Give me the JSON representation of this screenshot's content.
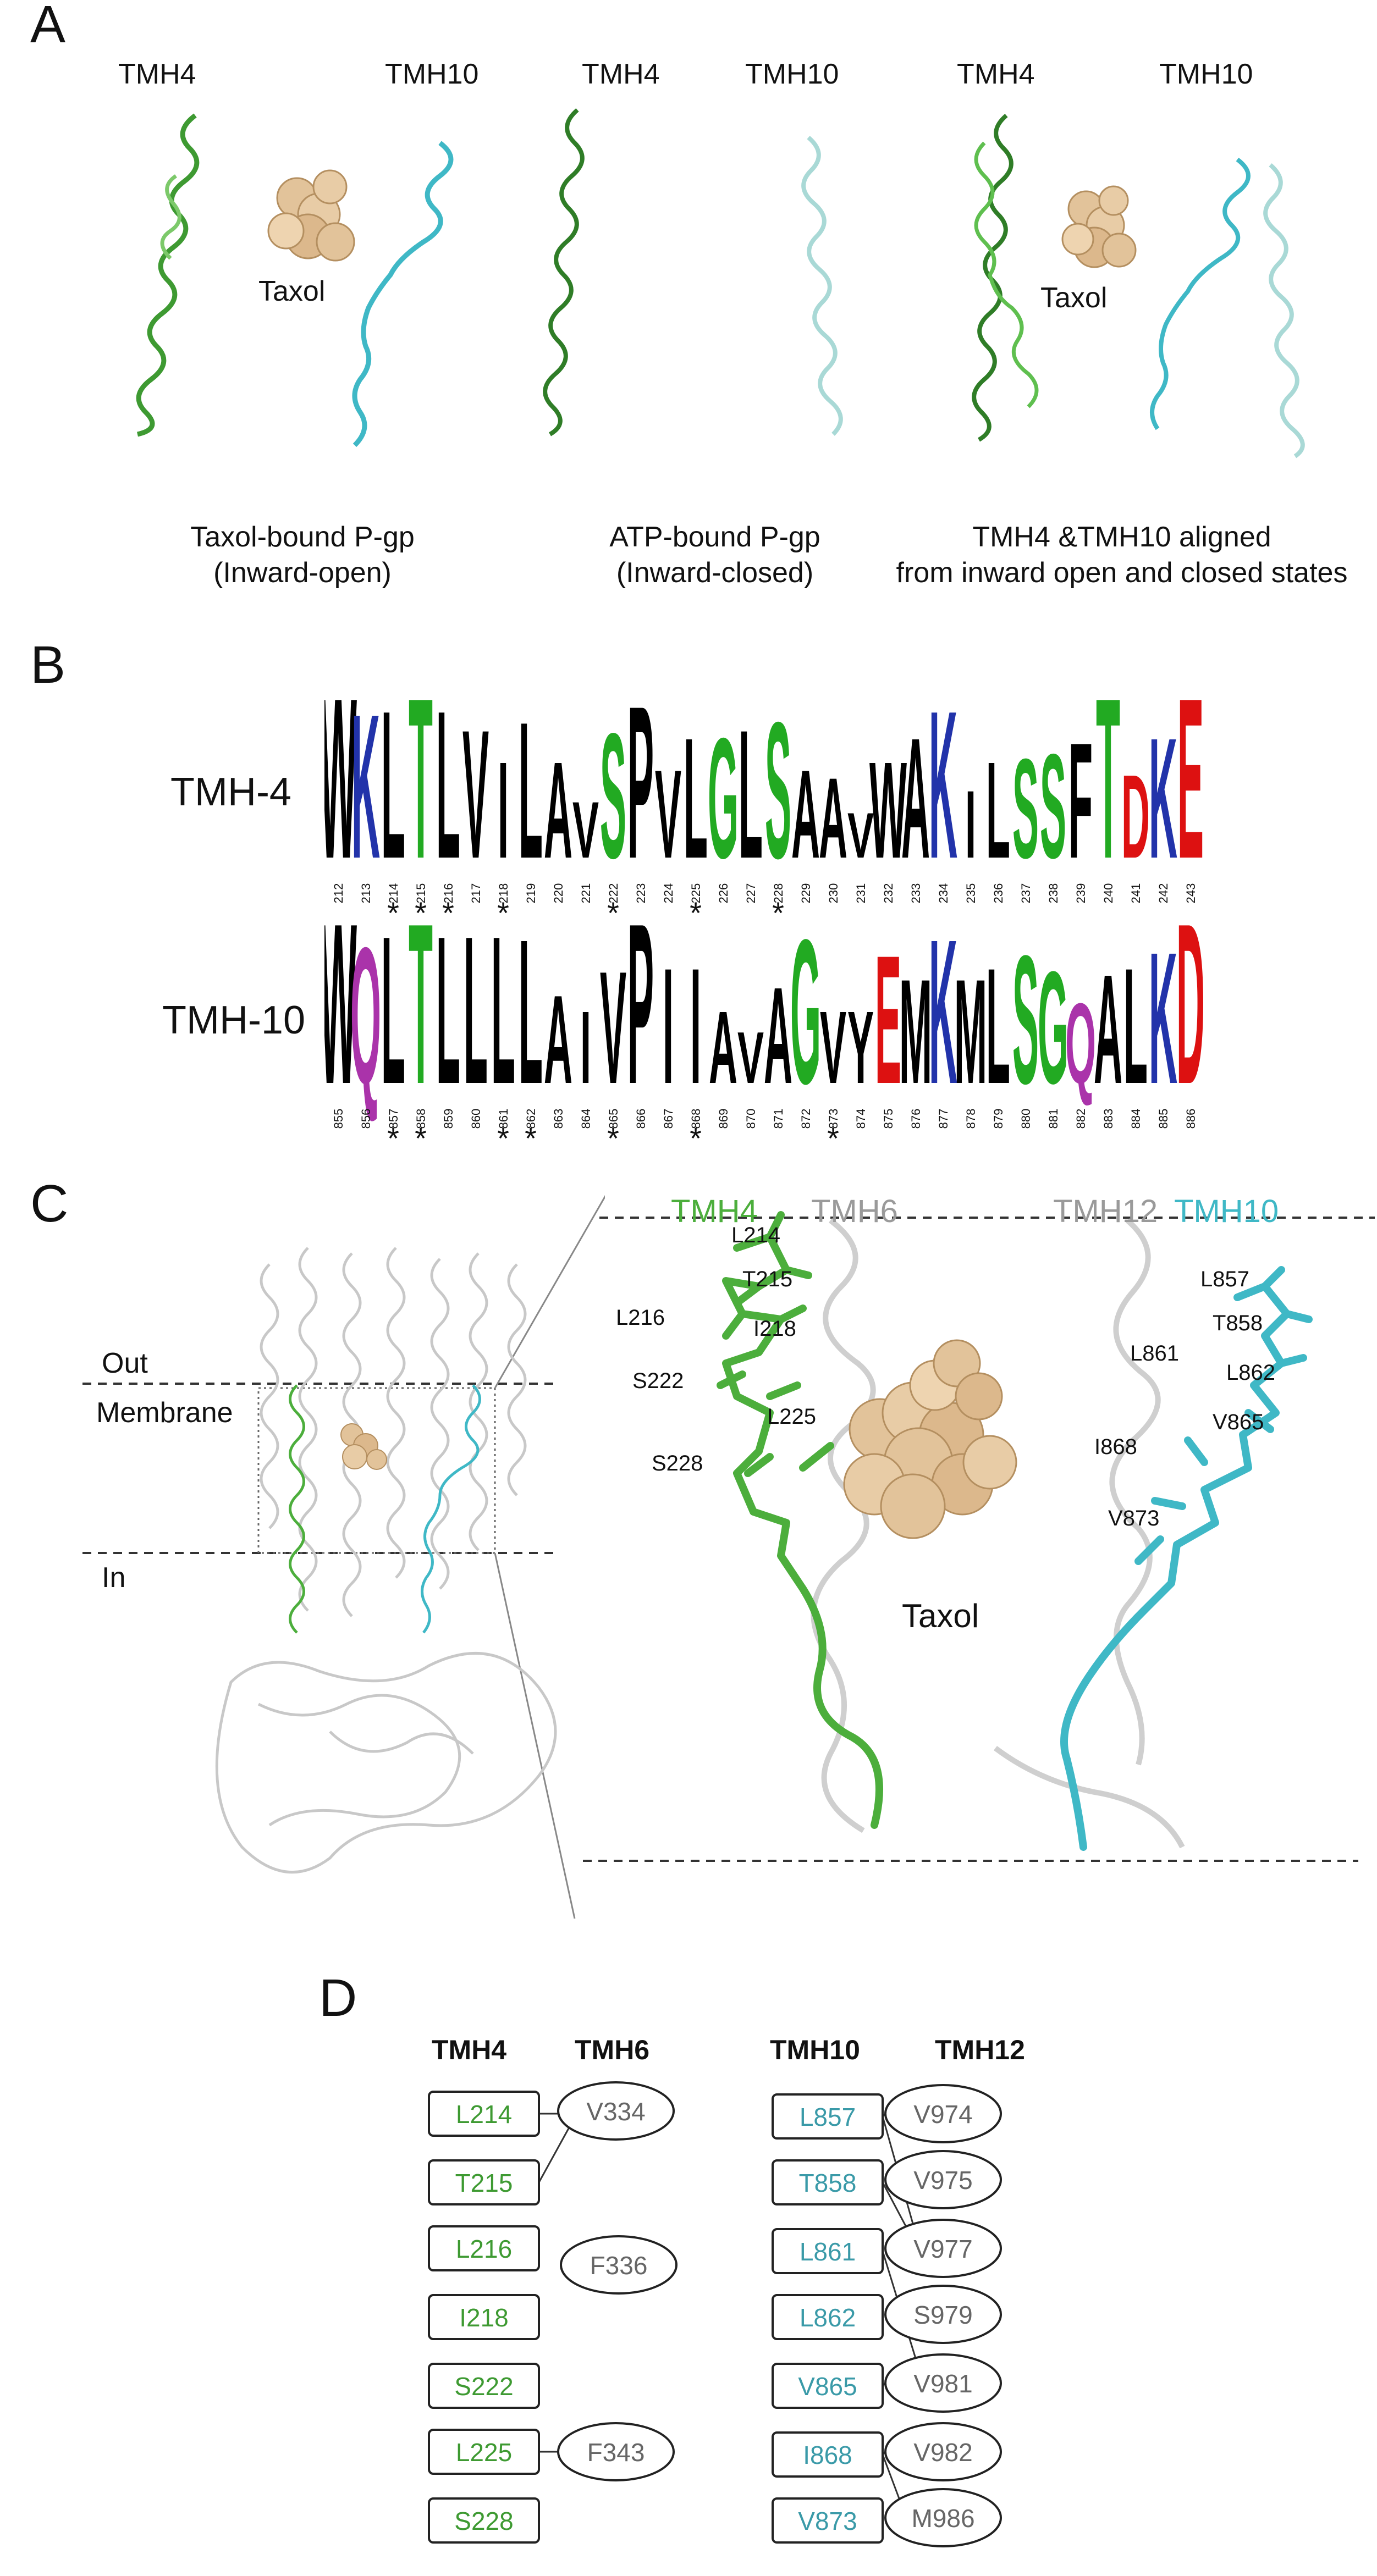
{
  "panel_a": {
    "letter": "A",
    "sub1": {
      "tmh_left": "TMH4",
      "tmh_right": "TMH10",
      "ligand": "Taxol",
      "caption_line1": "Taxol-bound P-gp",
      "caption_line2": "(Inward-open)"
    },
    "sub2": {
      "tmh_left": "TMH4",
      "tmh_right": "TMH10",
      "caption_line1": "ATP-bound P-gp",
      "caption_line2": "(Inward-closed)"
    },
    "sub3": {
      "tmh_left": "TMH4",
      "tmh_right": "TMH10",
      "ligand": "Taxol",
      "caption_line1": "TMH4 &TMH10 aligned",
      "caption_line2": "from inward open and closed states"
    },
    "colors": {
      "tmh4": "#4cae3c",
      "tmh4_dark": "#2f7d27",
      "tmh10": "#3fb8c6",
      "tmh10_light": "#a9d9d6",
      "taxol": "#e2c39a"
    }
  },
  "panel_b": {
    "letter": "B",
    "rows": [
      {
        "label": "TMH-4",
        "letters": [
          "W",
          "K",
          "L",
          "T",
          "L",
          "V",
          "I",
          "L",
          "A",
          "V",
          "S",
          "P",
          "V",
          "L",
          "G",
          "L",
          "S",
          "A",
          "A",
          "V",
          "W",
          "A",
          "K",
          "I",
          "L",
          "S",
          "S",
          "F",
          "T",
          "D",
          "K",
          "E"
        ],
        "letter_colors": [
          "#000",
          "#2233aa",
          "#000",
          "#22aa22",
          "#000",
          "#000",
          "#000",
          "#000",
          "#000",
          "#000",
          "#22aa22",
          "#000",
          "#000",
          "#000",
          "#22aa22",
          "#000",
          "#22aa22",
          "#000",
          "#000",
          "#000",
          "#000",
          "#000",
          "#2233aa",
          "#000",
          "#000",
          "#22aa22",
          "#22aa22",
          "#000",
          "#22aa22",
          "#dd1111",
          "#2233aa",
          "#dd1111"
        ],
        "heights": [
          1.0,
          0.9,
          0.92,
          1.0,
          0.92,
          0.8,
          0.6,
          0.85,
          0.6,
          0.35,
          0.78,
          0.95,
          0.55,
          0.75,
          0.75,
          0.8,
          0.85,
          0.55,
          0.5,
          0.28,
          0.6,
          0.75,
          0.92,
          0.42,
          0.6,
          0.62,
          0.65,
          0.72,
          1.0,
          0.52,
          0.75,
          1.0
        ],
        "positions": [
          "212",
          "213",
          "214",
          "215",
          "216",
          "217",
          "218",
          "219",
          "220",
          "221",
          "222",
          "223",
          "224",
          "225",
          "226",
          "227",
          "228",
          "229",
          "230",
          "231",
          "232",
          "233",
          "234",
          "235",
          "236",
          "237",
          "238",
          "239",
          "240",
          "241",
          "242",
          "243"
        ],
        "starred": [
          "214",
          "215",
          "216",
          "218",
          "222",
          "225",
          "228"
        ]
      },
      {
        "label": "TMH-10",
        "letters": [
          "W",
          "Q",
          "L",
          "T",
          "L",
          "L",
          "L",
          "L",
          "A",
          "I",
          "V",
          "P",
          "I",
          "I",
          "A",
          "V",
          "A",
          "G",
          "V",
          "Y",
          "E",
          "M",
          "K",
          "M",
          "L",
          "S",
          "G",
          "Q",
          "A",
          "L",
          "K",
          "D"
        ],
        "letter_colors": [
          "#000",
          "#aa33aa",
          "#000",
          "#22aa22",
          "#000",
          "#000",
          "#000",
          "#000",
          "#000",
          "#000",
          "#000",
          "#000",
          "#000",
          "#000",
          "#000",
          "#000",
          "#000",
          "#22aa22",
          "#000",
          "#000",
          "#dd1111",
          "#000",
          "#2233aa",
          "#000",
          "#000",
          "#22aa22",
          "#22aa22",
          "#aa33aa",
          "#000",
          "#000",
          "#2233aa",
          "#dd1111"
        ],
        "heights": [
          1.0,
          0.85,
          0.92,
          1.0,
          0.92,
          0.92,
          0.92,
          0.9,
          0.55,
          0.45,
          0.7,
          1.0,
          0.72,
          0.72,
          0.45,
          0.32,
          0.6,
          0.9,
          0.45,
          0.45,
          0.8,
          0.65,
          0.9,
          0.65,
          0.72,
          0.8,
          0.7,
          0.5,
          0.68,
          0.72,
          0.82,
          1.0
        ],
        "positions": [
          "855",
          "856",
          "857",
          "858",
          "859",
          "860",
          "861",
          "862",
          "863",
          "864",
          "865",
          "866",
          "867",
          "868",
          "869",
          "870",
          "871",
          "872",
          "873",
          "874",
          "875",
          "876",
          "877",
          "878",
          "879",
          "880",
          "881",
          "882",
          "883",
          "884",
          "885",
          "886"
        ],
        "starred": [
          "857",
          "858",
          "861",
          "862",
          "865",
          "868",
          "873"
        ]
      }
    ]
  },
  "panel_c": {
    "letter": "C",
    "left": {
      "out": "Out",
      "membrane": "Membrane",
      "in": "In"
    },
    "right": {
      "helix_labels": {
        "tmh4": "TMH4",
        "tmh6": "TMH6",
        "tmh12": "TMH12",
        "tmh10": "TMH10"
      },
      "ligand": "Taxol",
      "tmh4_residues": [
        "L214",
        "T215",
        "L216",
        "I218",
        "S222",
        "L225",
        "S228"
      ],
      "tmh10_residues": [
        "L857",
        "T858",
        "L861",
        "L862",
        "V865",
        "I868",
        "V873"
      ]
    }
  },
  "panel_d": {
    "letter": "D",
    "left": {
      "header_a": "TMH4",
      "header_b": "TMH6",
      "boxes": [
        "L214",
        "T215",
        "L216",
        "I218",
        "S222",
        "L225",
        "S228"
      ],
      "ovals": [
        "V334",
        "F336",
        "F343"
      ]
    },
    "right": {
      "header_a": "TMH10",
      "header_b": "TMH12",
      "boxes": [
        "L857",
        "T858",
        "L861",
        "L862",
        "V865",
        "I868",
        "V873"
      ],
      "ovals": [
        "V974",
        "V975",
        "V977",
        "S979",
        "V981",
        "V982",
        "M986"
      ]
    }
  }
}
